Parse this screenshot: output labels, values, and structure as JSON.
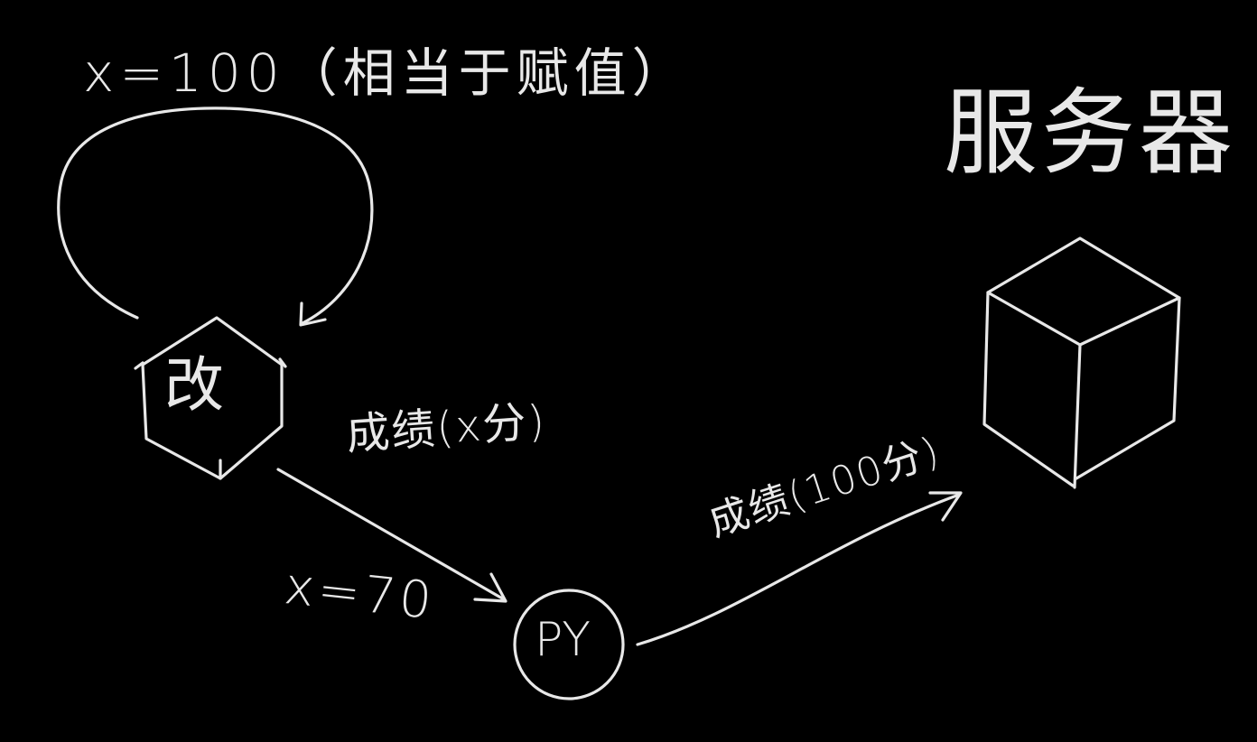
{
  "diagram": {
    "background_color": "#000000",
    "ink_color": "#e8e8e8",
    "self_loop_label": "x=100（相当于赋值）",
    "hex_node_label": "改",
    "py_node_label": "PY",
    "edge_to_py_label": "成绩(x分)",
    "edge_to_py_condition": "x=70",
    "edge_to_server_label": "成绩(100分)",
    "server_label": "服务器",
    "server_icon": "cube-icon"
  }
}
